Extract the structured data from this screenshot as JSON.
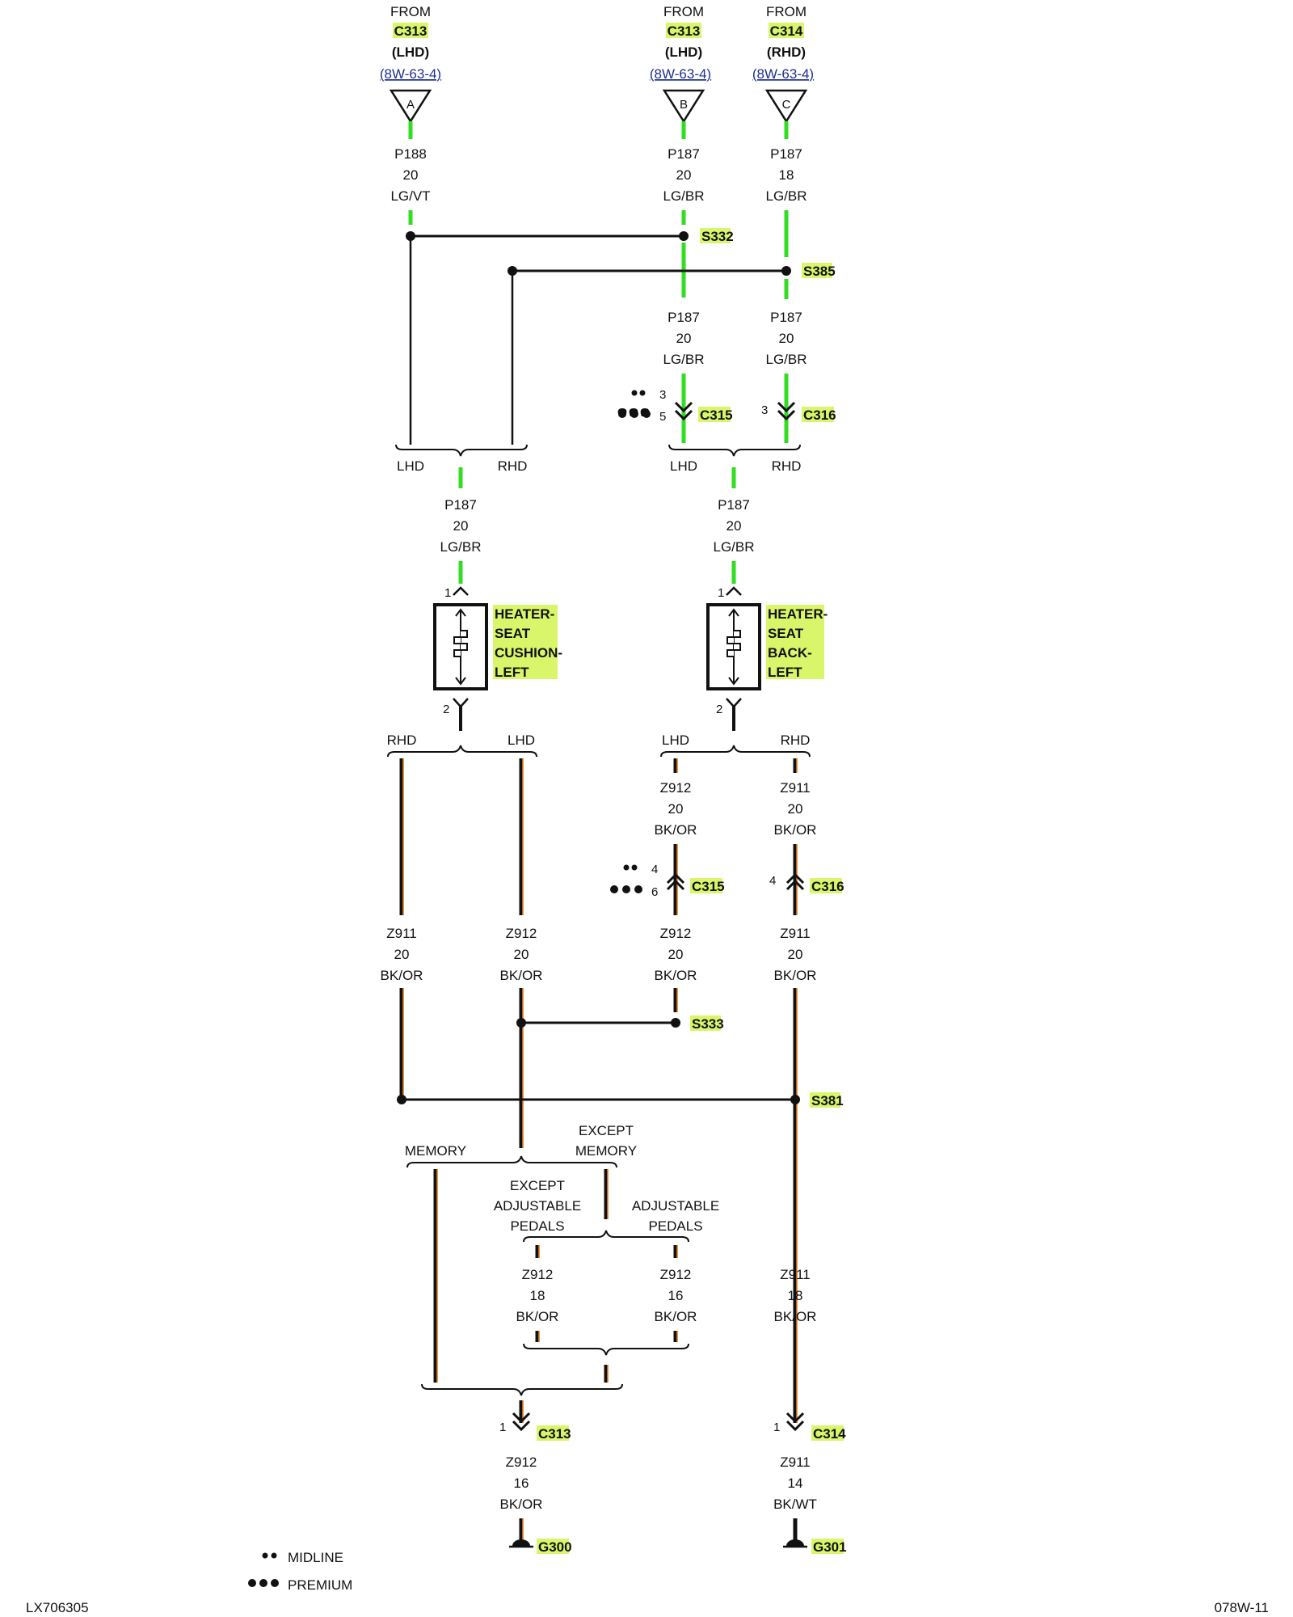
{
  "top_refs": [
    {
      "from": "FROM",
      "connector": "C313",
      "side": "(LHD)",
      "page": "(8W-63-4)",
      "letter": "A"
    },
    {
      "from": "FROM",
      "connector": "C313",
      "side": "(LHD)",
      "page": "(8W-63-4)",
      "letter": "B"
    },
    {
      "from": "FROM",
      "connector": "C314",
      "side": "(RHD)",
      "page": "(8W-63-4)",
      "letter": "C"
    }
  ],
  "wires_upper": [
    {
      "circuit": "P188",
      "gauge": "20",
      "color": "LG/VT"
    },
    {
      "circuit": "P187",
      "gauge": "20",
      "color": "LG/BR"
    },
    {
      "circuit": "P187",
      "gauge": "18",
      "color": "LG/BR"
    },
    {
      "circuit": "P187",
      "gauge": "20",
      "color": "LG/BR"
    },
    {
      "circuit": "P187",
      "gauge": "20",
      "color": "LG/BR"
    },
    {
      "circuit": "P187",
      "gauge": "20",
      "color": "LG/BR"
    },
    {
      "circuit": "P187",
      "gauge": "20",
      "color": "LG/BR"
    }
  ],
  "splices": {
    "s332": "S332",
    "s385": "S385",
    "s333": "S333",
    "s381": "S381"
  },
  "connectors": {
    "c315": "C315",
    "c316": "C316",
    "c313": "C313",
    "c314": "C314"
  },
  "pins": {
    "c315_top_midline": "3",
    "c315_top_premium": "5",
    "c316_top": "3",
    "c315_bot_midline": "4",
    "c315_bot_premium": "6",
    "c316_bot": "4",
    "heater_in": "1",
    "heater_out": "2",
    "c313_pin": "1",
    "c314_pin": "1"
  },
  "branch_labels": {
    "lhd": "LHD",
    "rhd": "RHD",
    "memory": "MEMORY",
    "except": "EXCEPT",
    "memory2": "MEMORY",
    "adjustable": "ADJUSTABLE",
    "pedals": "PEDALS"
  },
  "heater_left": {
    "l1": "HEATER-",
    "l2": "SEAT",
    "l3": "CUSHION-",
    "l4": "LEFT"
  },
  "heater_right": {
    "l1": "HEATER-",
    "l2": "SEAT",
    "l3": "BACK-",
    "l4": "LEFT"
  },
  "wires_lower": [
    {
      "circuit": "Z912",
      "gauge": "20",
      "color": "BK/OR"
    },
    {
      "circuit": "Z911",
      "gauge": "20",
      "color": "BK/OR"
    },
    {
      "circuit": "Z911",
      "gauge": "20",
      "color": "BK/OR"
    },
    {
      "circuit": "Z912",
      "gauge": "20",
      "color": "BK/OR"
    },
    {
      "circuit": "Z912",
      "gauge": "20",
      "color": "BK/OR"
    },
    {
      "circuit": "Z911",
      "gauge": "20",
      "color": "BK/OR"
    },
    {
      "circuit": "Z912",
      "gauge": "18",
      "color": "BK/OR"
    },
    {
      "circuit": "Z912",
      "gauge": "16",
      "color": "BK/OR"
    },
    {
      "circuit": "Z911",
      "gauge": "18",
      "color": "BK/OR"
    },
    {
      "circuit": "Z912",
      "gauge": "16",
      "color": "BK/OR"
    },
    {
      "circuit": "Z911",
      "gauge": "14",
      "color": "BK/WT"
    }
  ],
  "grounds": {
    "g300": "G300",
    "g301": "G301"
  },
  "legend": {
    "midline": "MIDLINE",
    "premium": "PREMIUM"
  },
  "footer": {
    "left": "LX706305",
    "right": "078W-11"
  },
  "colors": {
    "green_wire": "#33dd22",
    "orange_stripe": "#e07a1a",
    "highlight": "#d9f56a",
    "link_blue": "#1f2f8f"
  }
}
